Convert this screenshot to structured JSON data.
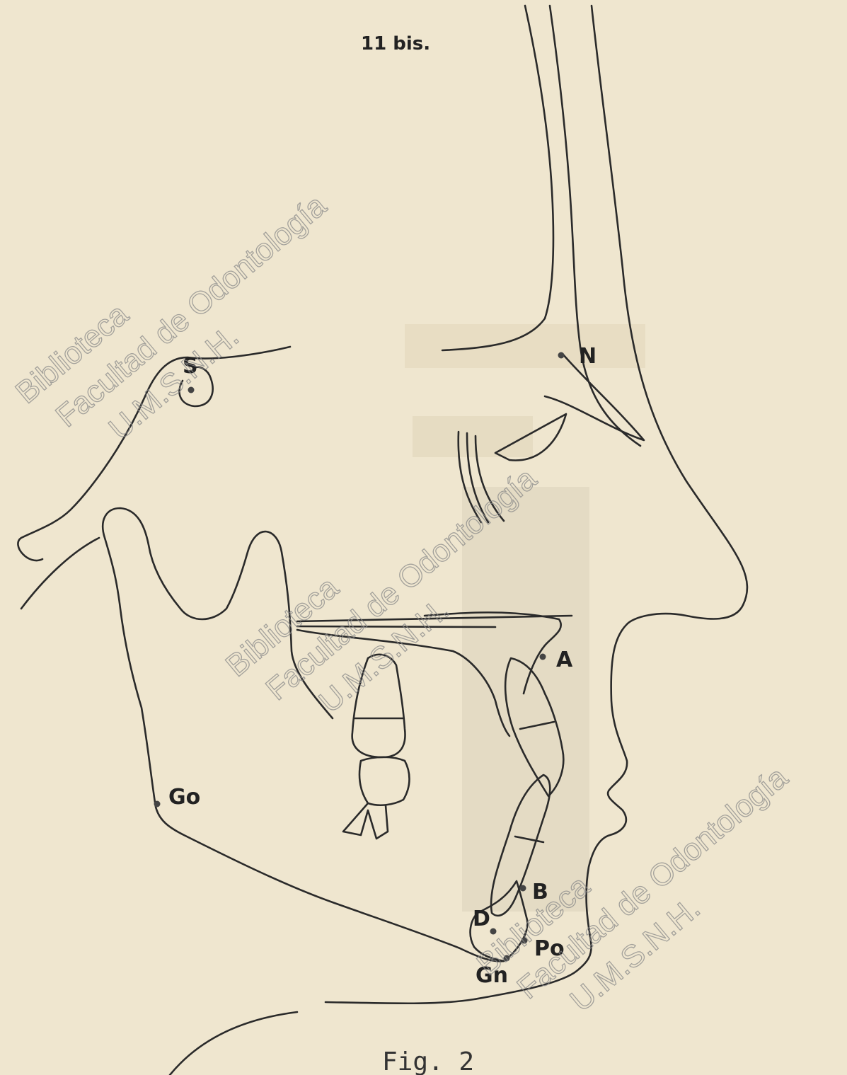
{
  "page_number": "11 bis.",
  "caption": "Fig. 2",
  "landmarks": {
    "S": "S",
    "N": "N",
    "A": "A",
    "Go": "Go",
    "B": "B",
    "D": "D",
    "Po": "Po",
    "Gn": "Gn"
  },
  "watermark": {
    "line1": "Biblioteca",
    "line2": "Facultad de Odontología",
    "line3": "U.M.S.N.H."
  }
}
